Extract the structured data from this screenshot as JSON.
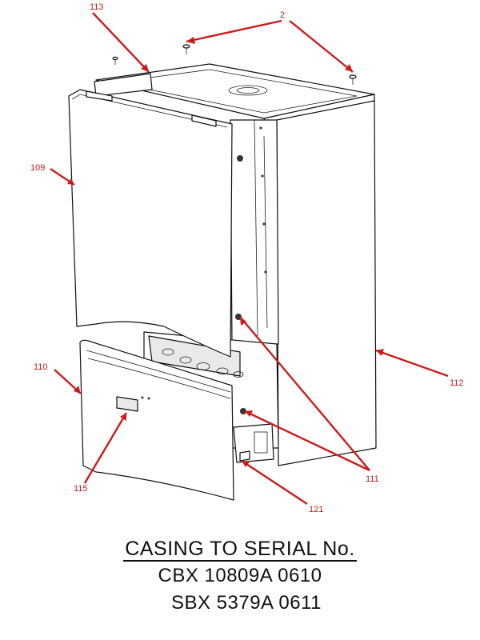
{
  "callouts": {
    "c113": "113",
    "c2": "2",
    "c109": "109",
    "c110": "110",
    "c112": "112",
    "c111": "111",
    "c115": "115",
    "c121": "121"
  },
  "caption": {
    "title": "CASING TO SERIAL No.",
    "line1": "CBX 10809A 0610",
    "line2": "SBX 5379A 0611"
  },
  "colors": {
    "callout": "#cc1a1a",
    "outline": "#111111"
  }
}
